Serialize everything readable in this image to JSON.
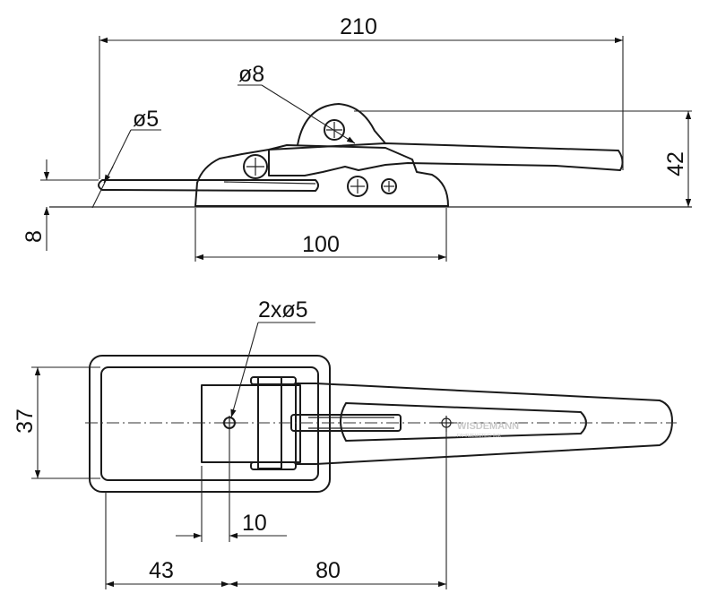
{
  "side_view": {
    "dims": {
      "overall_length": "210",
      "pin_diameter": "ø8",
      "hook_diameter": "ø5",
      "height": "42",
      "base_offset": "8",
      "base_length": "100"
    }
  },
  "top_view": {
    "dims": {
      "holes": "2xø5",
      "width": "37",
      "hole_spacing": "10",
      "loop_offset": "43",
      "body_length": "80"
    },
    "logo": {
      "brand": "WISDEMANN",
      "subtitle": "FAHRZEUGTECHNIK"
    }
  }
}
